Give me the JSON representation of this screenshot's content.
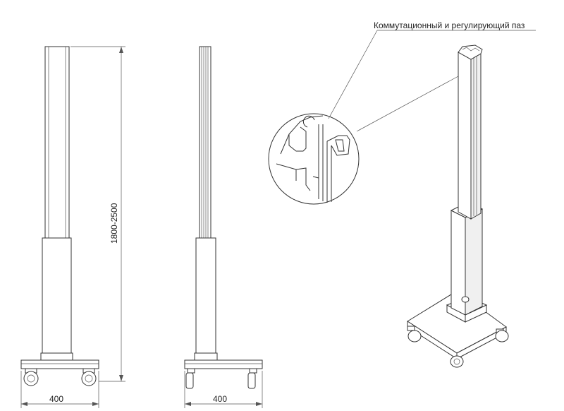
{
  "annotation": {
    "callout_text": "Коммутационный и регулирующий паз"
  },
  "dimensions": {
    "front_height": "1800-2500",
    "front_width": "400",
    "side_width": "400"
  },
  "colors": {
    "line": "#333333",
    "fill": "#ffffff",
    "shade": "#f0f0f0"
  }
}
